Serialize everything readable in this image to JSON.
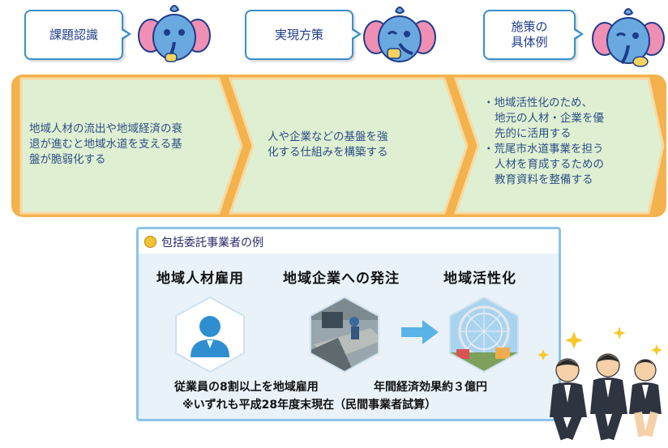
{
  "header": {
    "bubbles": [
      {
        "label": "課題認識"
      },
      {
        "label": "実現方策"
      },
      {
        "label_line1": "施策の",
        "label_line2": "具体例"
      }
    ]
  },
  "arrows": [
    {
      "line1": "地域人材の流出や地域経済の衰",
      "line2": "退が進むと地域水道を支える基",
      "line3": "盤が脆弱化する"
    },
    {
      "line1": "人や企業などの基盤を強",
      "line2": "化する仕組みを構築する"
    },
    {
      "line1": "・地域活性化のため、",
      "line2": "地元の人材・企業を優",
      "line3": "先的に活用する",
      "line4": "・荒尾市水道事業を担う",
      "line5": "人材を育成するための",
      "line6": "教育資料を整備する"
    }
  ],
  "case": {
    "title": "包括委託事業者の例",
    "columns": [
      "地域人材雇用",
      "地域企業への発注",
      "地域活性化"
    ],
    "footer_line1_left": "従業員の8割以上を地域雇用",
    "footer_line1_right": "年間経済効果約３億円",
    "footer_line2": "※いずれも平成28年度末現在（民間事業者試算）"
  },
  "colors": {
    "band": "#f4b24c",
    "arrow_fill": "#dff0d2",
    "arrow_text": "#2d4e86",
    "bubble_border": "#3a8fc8",
    "case_bg": "#e9f2f9",
    "case_border": "#8cc3ea",
    "icon_blue": "#2f8ed0"
  }
}
